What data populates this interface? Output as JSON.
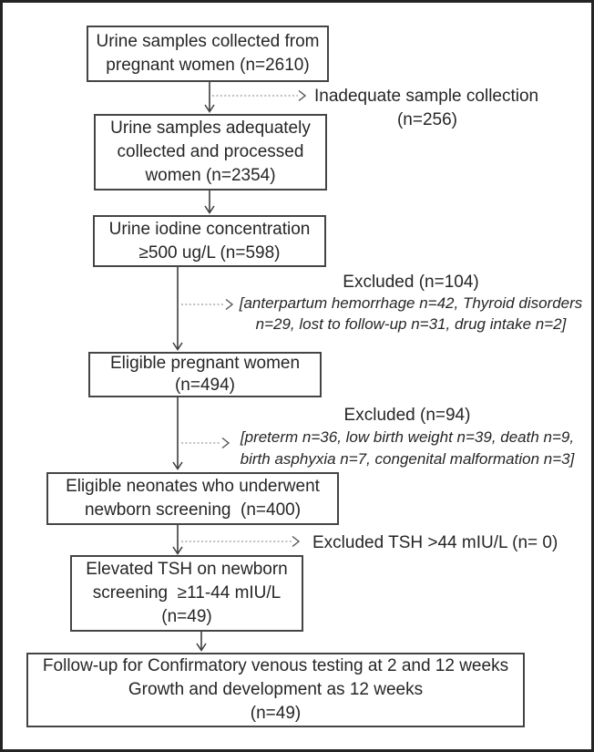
{
  "flow": {
    "boxes": [
      {
        "id": "urine-collected",
        "lines": [
          "Urine samples collected from",
          "pregnant women (n=2610)"
        ]
      },
      {
        "id": "urine-processed",
        "lines": [
          "Urine samples adequately",
          "collected and processed",
          "women (n=2354)"
        ]
      },
      {
        "id": "urine-iodine",
        "lines": [
          "Urine iodine concentration",
          "≥500 ug/L (n=598)"
        ]
      },
      {
        "id": "eligible-women",
        "lines": [
          "Eligible pregnant women",
          "(n=494)"
        ]
      },
      {
        "id": "eligible-neonates",
        "lines": [
          "Eligible neonates who underwent",
          "newborn screening  (n=400)"
        ]
      },
      {
        "id": "elevated-tsh",
        "lines": [
          "Elevated TSH on newborn",
          "screening  ≥11-44 mIU/L",
          "(n=49)"
        ]
      },
      {
        "id": "follow-up",
        "lines": [
          "Follow-up for Confirmatory venous testing at 2 and 12 weeks",
          "Growth and development as 12 weeks",
          "(n=49)"
        ]
      }
    ],
    "notes": {
      "inadequate": {
        "line1": "Inadequate sample collection",
        "line2": "(n=256)"
      },
      "excluded104": {
        "header": "Excluded (n=104)",
        "detail1": "[anterpartum hemorrhage n=42, Thyroid disorders",
        "detail2": "n=29, lost to follow-up n=31, drug intake n=2]"
      },
      "excluded94": {
        "header": "Excluded (n=94)",
        "detail1": "[preterm n=36, low birth weight n=39, death n=9,",
        "detail2": "birth asphyxia n=7, congenital malformation n=3]"
      },
      "excludedTsh": {
        "text": "Excluded TSH >44 mIU/L (n= 0)"
      }
    },
    "colors": {
      "box_border": "#454545",
      "text": "#262626",
      "dotted_line": "#999999",
      "frame_border": "#242424"
    }
  }
}
